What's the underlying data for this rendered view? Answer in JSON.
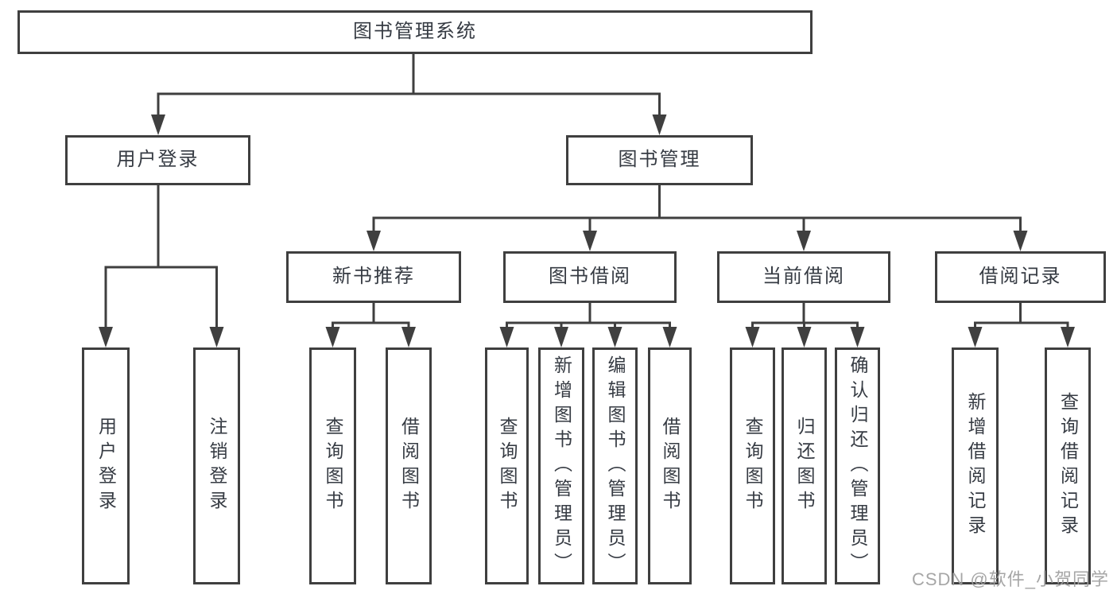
{
  "diagram": {
    "root": {
      "label": "图书管理系统"
    },
    "level2": [
      {
        "label": "用户登录",
        "children": [
          {
            "label": "用户登录"
          },
          {
            "label": "注销登录"
          }
        ]
      },
      {
        "label": "图书管理",
        "children": [
          {
            "label": "新书推荐",
            "children": [
              {
                "label": "查询图书"
              },
              {
                "label": "借阅图书"
              }
            ]
          },
          {
            "label": "图书借阅",
            "children": [
              {
                "label": "查询图书"
              },
              {
                "label": "新增图书（管理员）"
              },
              {
                "label": "编辑图书（管理员）"
              },
              {
                "label": "借阅图书"
              }
            ]
          },
          {
            "label": "当前借阅",
            "children": [
              {
                "label": "查询图书"
              },
              {
                "label": "归还图书"
              },
              {
                "label": "确认归还（管理员）"
              }
            ]
          },
          {
            "label": "借阅记录",
            "children": [
              {
                "label": "新增借阅记录"
              },
              {
                "label": "查询借阅记录"
              }
            ]
          }
        ]
      }
    ]
  },
  "watermark": {
    "text": "CSDN @软件_小贺同学"
  },
  "colors": {
    "line": "#3f3f3f",
    "text": "#363b43",
    "box_fill": "#ffffff",
    "background": "#ffffff",
    "watermark": "#9e9e9e"
  }
}
